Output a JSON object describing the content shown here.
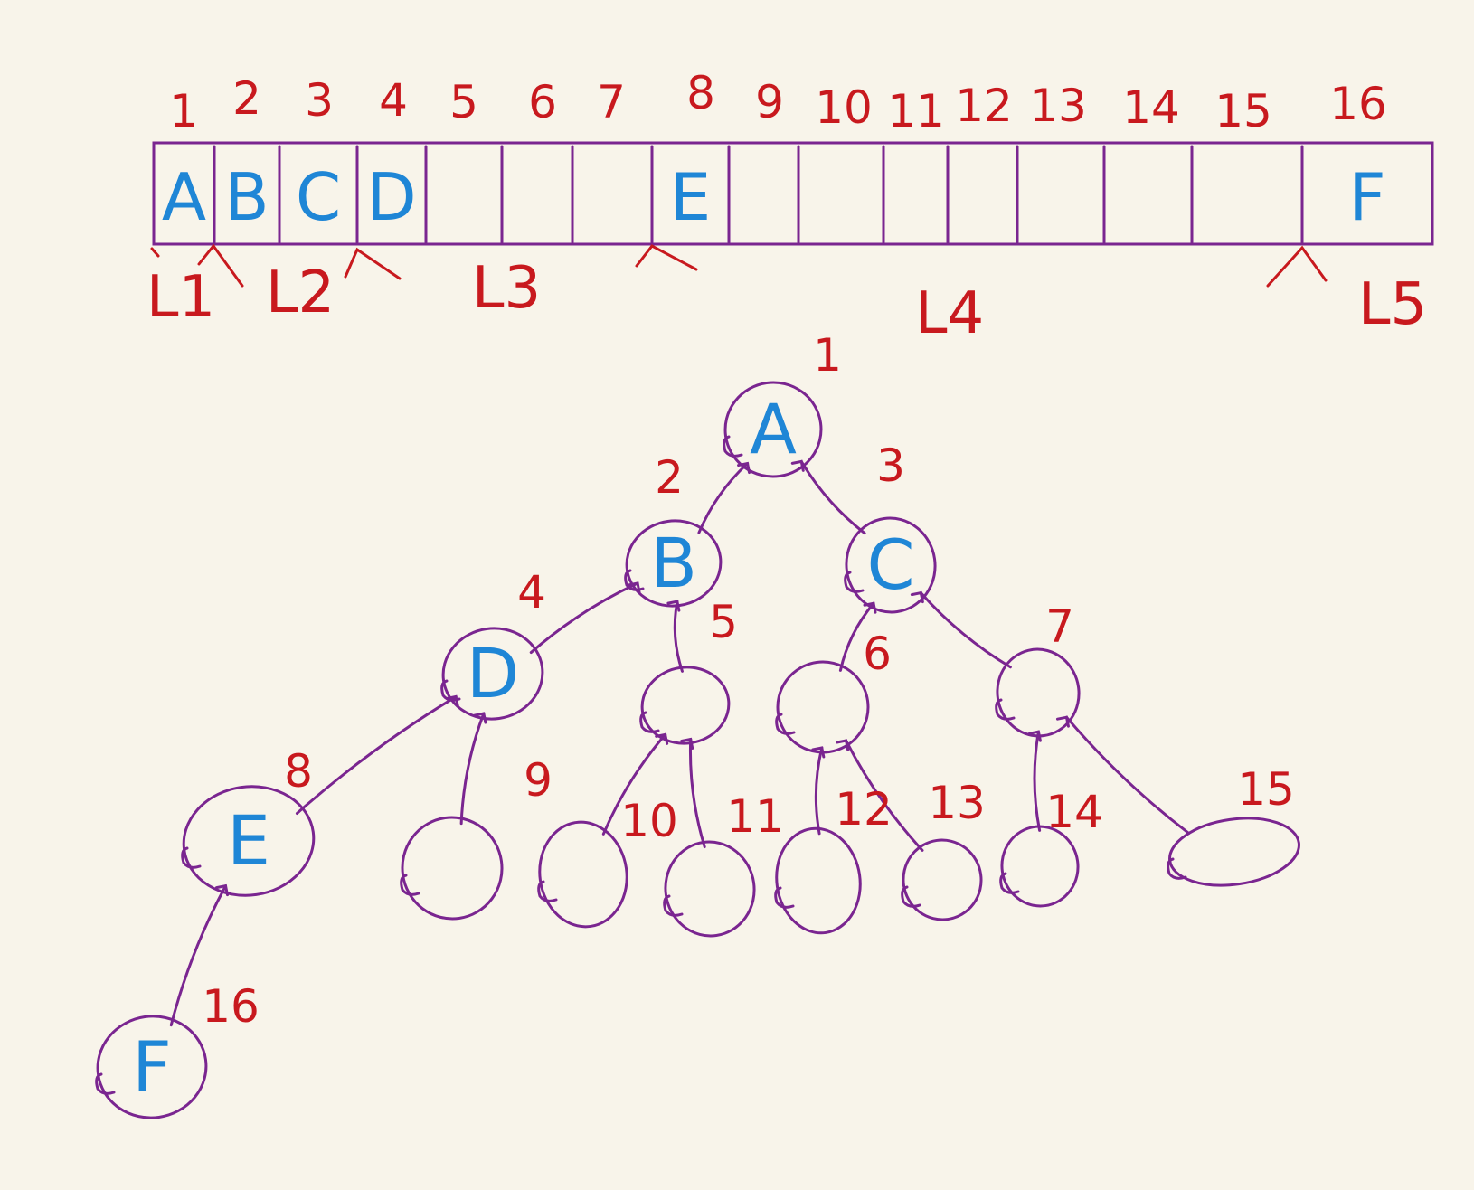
{
  "colors": {
    "background": "#f8f4ea",
    "structure": "#7a2590",
    "index_ink": "#c8191e",
    "value_ink": "#1f86d6"
  },
  "array": {
    "indices": [
      "1",
      "2",
      "3",
      "4",
      "5",
      "6",
      "7",
      "8",
      "9",
      "10",
      "11",
      "12",
      "13",
      "14",
      "15",
      "16"
    ],
    "values": [
      "A",
      "B",
      "C",
      "D",
      "",
      "",
      "",
      "E",
      "",
      "",
      "",
      "",
      "",
      "",
      "",
      "F"
    ]
  },
  "levels": [
    "L1",
    "L2",
    "L3",
    "L4",
    "L5"
  ],
  "tree": {
    "nodes": [
      {
        "index": "1",
        "value": "A"
      },
      {
        "index": "2",
        "value": "B"
      },
      {
        "index": "3",
        "value": "C"
      },
      {
        "index": "4",
        "value": "D"
      },
      {
        "index": "5",
        "value": ""
      },
      {
        "index": "6",
        "value": ""
      },
      {
        "index": "7",
        "value": ""
      },
      {
        "index": "8",
        "value": "E"
      },
      {
        "index": "9",
        "value": ""
      },
      {
        "index": "10",
        "value": ""
      },
      {
        "index": "11",
        "value": ""
      },
      {
        "index": "12",
        "value": ""
      },
      {
        "index": "13",
        "value": ""
      },
      {
        "index": "14",
        "value": ""
      },
      {
        "index": "15",
        "value": ""
      },
      {
        "index": "16",
        "value": "F"
      }
    ]
  }
}
